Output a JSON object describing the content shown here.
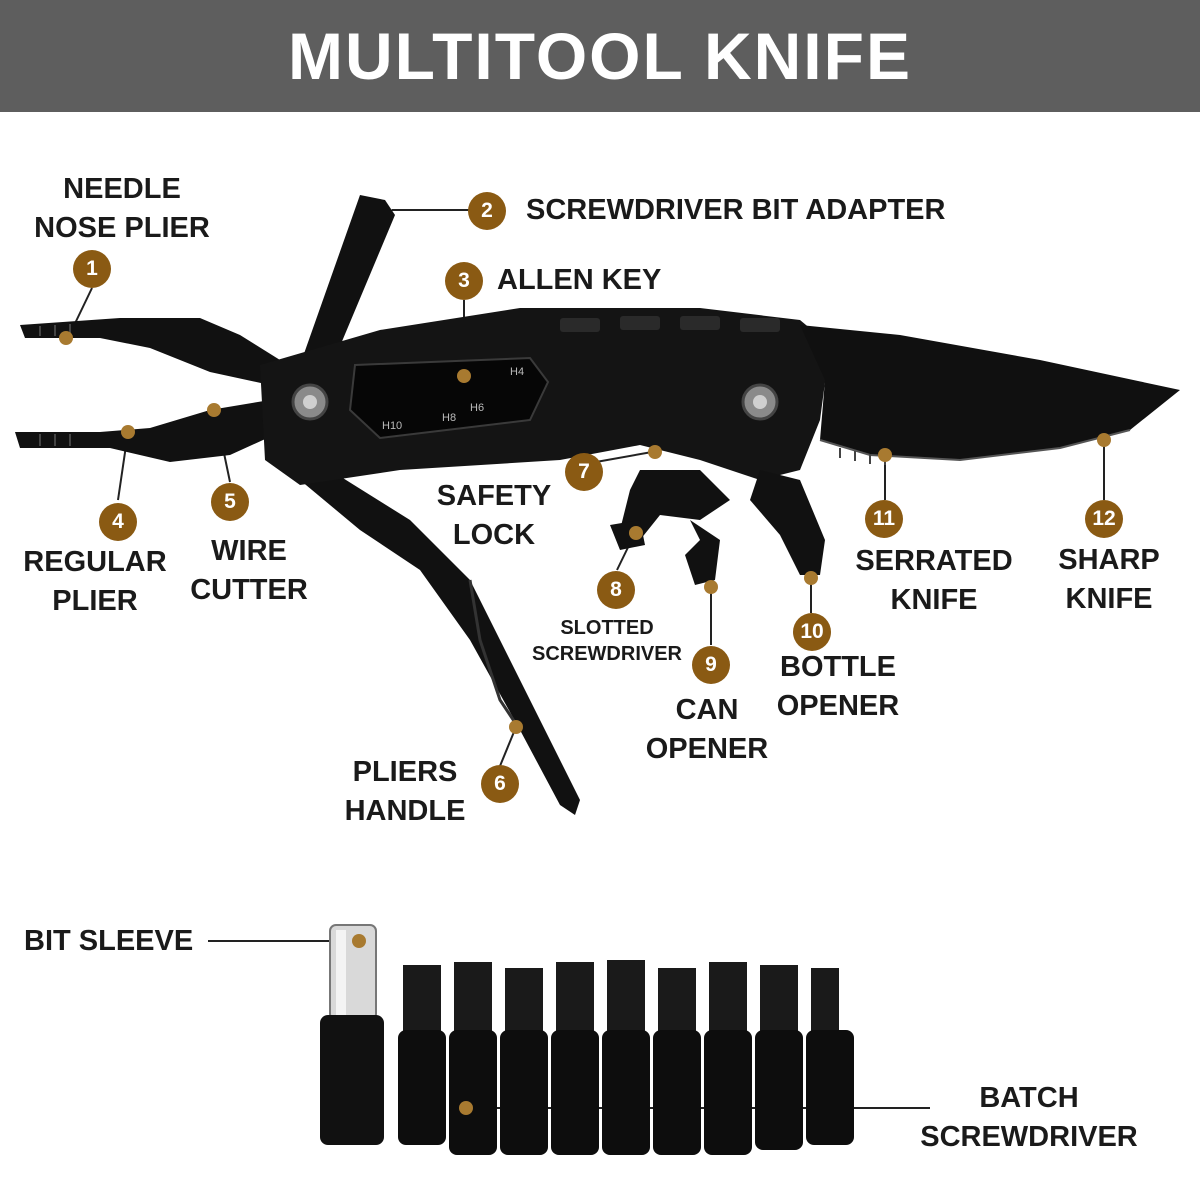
{
  "title": "MULTITOOL KNIFE",
  "colors": {
    "header_bg": "#5e5e5e",
    "badge": "#8a5a13",
    "tool": "#111111",
    "text": "#1a1a1a"
  },
  "callouts": [
    {
      "number": "1",
      "lines": [
        "NEEDLE",
        "NOSE PLIER"
      ]
    },
    {
      "number": "2",
      "lines": [
        "SCREWDRIVER BIT ADAPTER"
      ]
    },
    {
      "number": "3",
      "lines": [
        "ALLEN KEY"
      ]
    },
    {
      "number": "4",
      "lines": [
        "REGULAR",
        "PLIER"
      ]
    },
    {
      "number": "5",
      "lines": [
        "WIRE",
        "CUTTER"
      ]
    },
    {
      "number": "6",
      "lines": [
        "PLIERS",
        "HANDLE"
      ]
    },
    {
      "number": "7",
      "lines": [
        "SAFETY",
        "LOCK"
      ]
    },
    {
      "number": "8",
      "lines": [
        "SLOTTED",
        "SCREWDRIVER"
      ]
    },
    {
      "number": "9",
      "lines": [
        "CAN",
        "OPENER"
      ]
    },
    {
      "number": "10",
      "lines": [
        "BOTTLE",
        "OPENER"
      ]
    },
    {
      "number": "11",
      "lines": [
        "SERRATED",
        "KNIFE"
      ]
    },
    {
      "number": "12",
      "lines": [
        "SHARP",
        "KNIFE"
      ]
    }
  ],
  "bit_sleeve_label": "BIT SLEEVE",
  "batch_label": [
    "BATCH",
    "SCREWDRIVER"
  ],
  "allen_sizes": [
    "H4",
    "H6",
    "H8",
    "H10"
  ]
}
